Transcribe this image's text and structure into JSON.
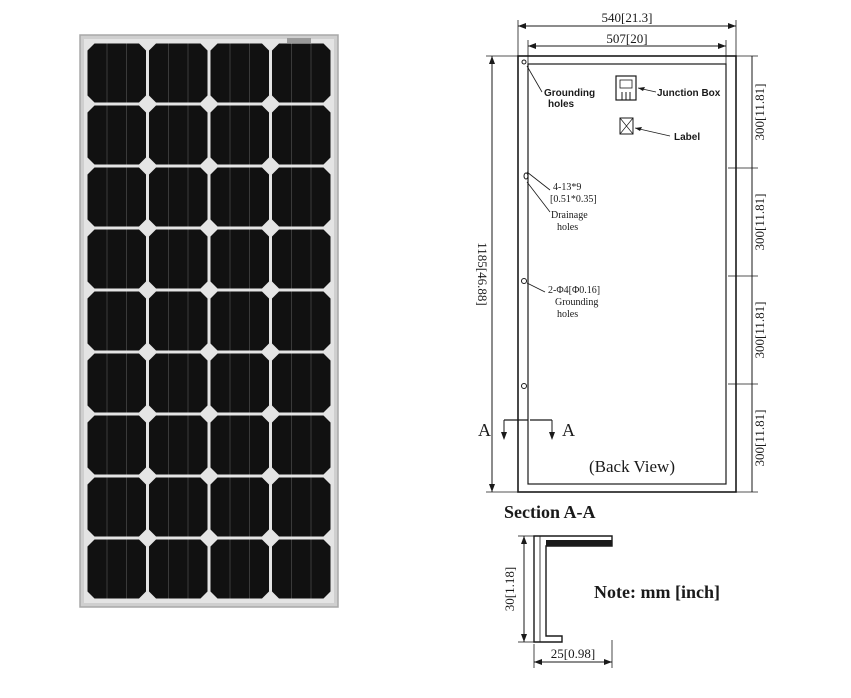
{
  "panel": {
    "columns": 4,
    "rows": 9,
    "frame_color": "#c9c9c9",
    "cell_color": "#111111",
    "bus_color": "#3a3a3a"
  },
  "back_view": {
    "caption": "(Back View)",
    "width_outer": "540[21.3]",
    "width_inner": "507[20]",
    "height": "1185[46.88]",
    "segments": [
      "300[11.81]",
      "300[11.81]",
      "300[11.81]",
      "300[11.81]"
    ],
    "callouts": {
      "grounding_holes_top": [
        "Grounding",
        "holes"
      ],
      "junction_box": "Junction Box",
      "label": "Label",
      "drainage_spec": [
        "4-13*9",
        "[0.51*0.35]"
      ],
      "drainage_name": [
        "Drainage",
        "holes"
      ],
      "grounding_spec": "2-Φ4[Φ0.16]",
      "grounding_name": [
        "Grounding",
        "holes"
      ]
    },
    "section_markers": [
      "A",
      "A"
    ]
  },
  "section": {
    "title": "Section A-A",
    "height": "30[1.18]",
    "width": "25[0.98]"
  },
  "note": "Note: mm [inch]"
}
